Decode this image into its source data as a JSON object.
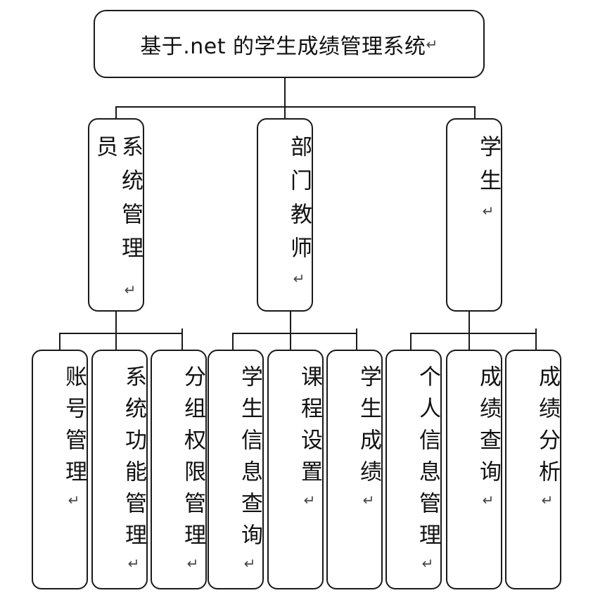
{
  "root": {
    "label": "基于.net 的学生成绩管理系统",
    "mark": "↵"
  },
  "roles": [
    {
      "label": "系统管理员",
      "mark": "↵"
    },
    {
      "label": "部门教师",
      "mark": "↵"
    },
    {
      "label": "学生",
      "mark": "↵"
    }
  ],
  "functions": [
    {
      "label": "账号管理",
      "mark": "↵"
    },
    {
      "label": "系统功能管理",
      "mark": "↵"
    },
    {
      "label": "分组权限管理",
      "mark": "↵"
    },
    {
      "label": "学生信息查询",
      "mark": "↵"
    },
    {
      "label": "课程设置",
      "mark": "↵"
    },
    {
      "label": "学生成绩",
      "mark": "↵"
    },
    {
      "label": "个人信息管理",
      "mark": "↵"
    },
    {
      "label": "成绩查询",
      "mark": "↵"
    },
    {
      "label": "成绩分析",
      "mark": "↵"
    }
  ]
}
